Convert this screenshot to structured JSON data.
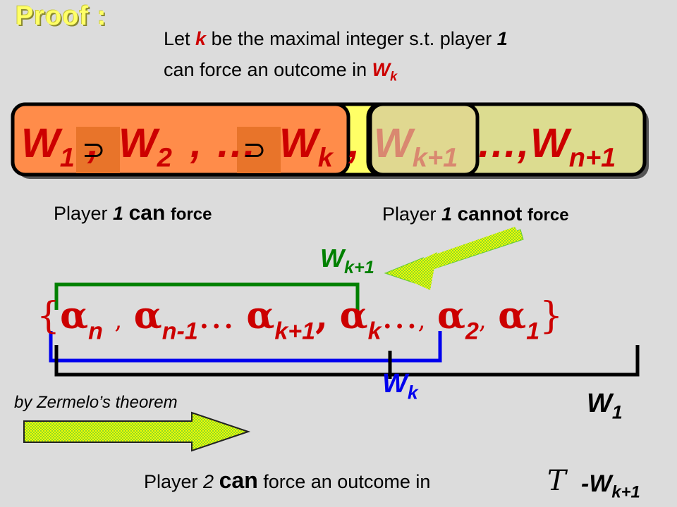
{
  "heading": "Proof :",
  "intro": {
    "l1_pre": "Let ",
    "k": "k",
    "l1_post": " be the maximal integer s.t. player ",
    "one": "1",
    "l2_pre": "can force an outcome in ",
    "w": "W",
    "w_sub": "k"
  },
  "sequence": {
    "w1": "W",
    "w1_sub": "1",
    "comma": ",",
    "supset": "⊃",
    "w2": "W",
    "w2_sub": "2",
    "dots": "…",
    "wk": "W",
    "wk_sub": "k",
    "wk1": "W",
    "wk1_sub": "k+1",
    "tail": "…,",
    "wn1": "W",
    "wn1_sub": "n+1"
  },
  "player_can": {
    "pre": "Player ",
    "one": "1",
    "can": "can",
    "force": "force"
  },
  "player_cannot": {
    "pre": "Player ",
    "one": "1",
    "cannot": "cannot",
    "force": "force"
  },
  "label_wk1": {
    "w": "W",
    "sub": "k+1"
  },
  "alphas": {
    "open": "{",
    "a": "α",
    "n": "n",
    "n1": "n-1",
    "k1": "k+1",
    "k": "k",
    "two": "2",
    "one": "1",
    "sep": ",",
    "dots": "…",
    "close": "}"
  },
  "label_wk": {
    "w": "W",
    "sub": "k"
  },
  "label_w1": {
    "w": "W",
    "sub": "1"
  },
  "zermelo": "by Zermelo’s theorem",
  "player2": {
    "pre": "Player ",
    "two": "2",
    "can": "can",
    "post": " force an outcome in",
    "T": "T",
    "minus": "-W",
    "sub": "k+1"
  },
  "colors": {
    "accent_red": "#cc0000",
    "orange_box": "#ff8c4a",
    "yellow_box": "#ffff66",
    "olive_box": "#dcdc90",
    "green_bracket": "#008000",
    "blue_bracket": "#0000ee",
    "arrow_green": "#66cc33",
    "arrow_yellow": "#ffff00"
  }
}
